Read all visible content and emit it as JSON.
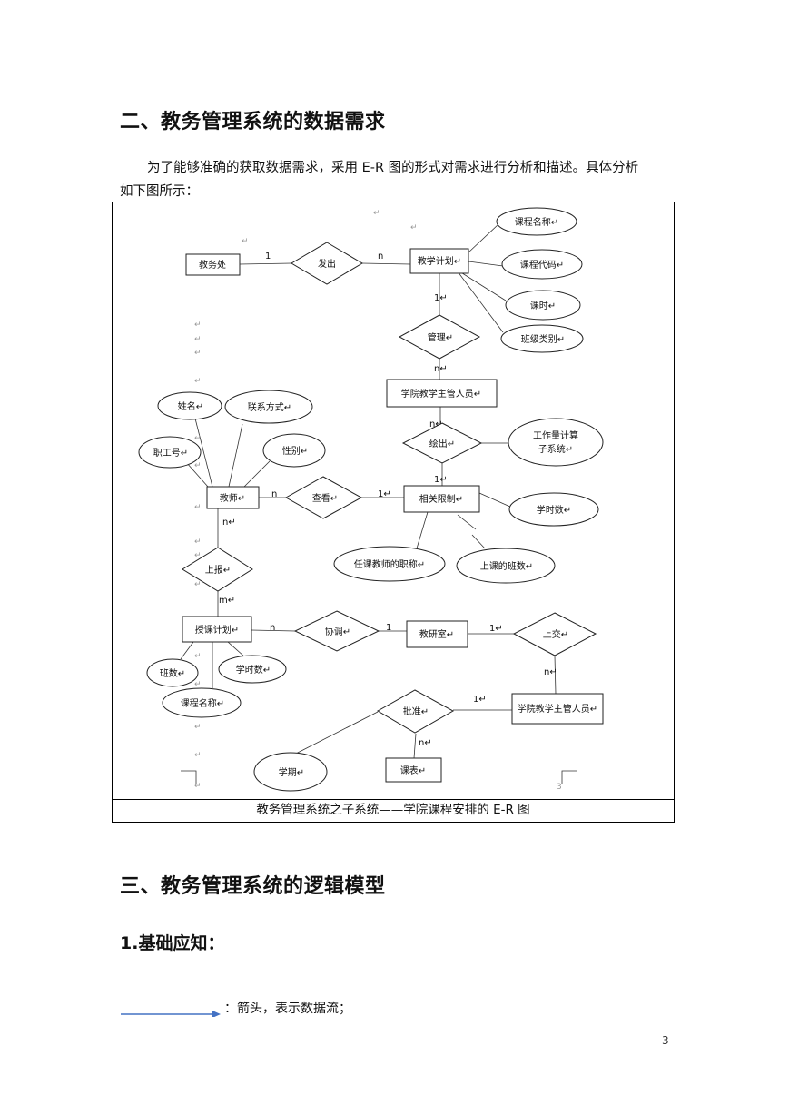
{
  "section2": {
    "title": "二、教务管理系统的数据需求",
    "para_line1": "为了能够准确的获取数据需求，采用 E-R 图的形式对需求进行分析和描述。具体分析",
    "para_line2": "如下图所示："
  },
  "figure": {
    "caption": "教务管理系统之子系统——学院课程安排的 E-R 图",
    "entities": {
      "jwc": "教务处",
      "plan": "教学计划↵",
      "head1": "学院教学主管人员↵",
      "limit": "相关限制↵",
      "teacher": "教师↵",
      "teachplan": "授课计划↵",
      "office": "教研室↵",
      "head2": "学院教学主管人员↵",
      "schedule": "课表↵"
    },
    "relationships": {
      "issue": "发出",
      "manage": "管理↵",
      "draw": "绘出↵",
      "view": "查看↵",
      "report": "上报↵",
      "coord": "协调↵",
      "submit": "上交↵",
      "approve": "批准↵"
    },
    "attributes": {
      "course_name": "课程名称↵",
      "course_code": "课程代码↵",
      "hours": "课时↵",
      "class_type": "班级类别↵",
      "workload_1": "工作量计算",
      "workload_2": "子系统↵",
      "study_hours": "学时数↵",
      "teacher_title": "任课教师的职称↵",
      "class_count": "上课的班数↵",
      "name": "姓名↵",
      "contact": "联系方式↵",
      "staff_id": "职工号↵",
      "gender": "性别↵",
      "tp_class_count": "班数↵",
      "tp_study_hours": "学时数↵",
      "tp_course_name": "课程名称↵",
      "term": "学期↵"
    },
    "cardinalities": {
      "c1": "1",
      "c2": "n",
      "c3": "1↵",
      "c4": "n↵",
      "c5": "n↵",
      "c6": "1↵",
      "c7": "n",
      "c8": "1↵",
      "c9": "n↵",
      "c10": "m↵",
      "c11": "n",
      "c12": "1",
      "c13": "1↵",
      "c14": "n↵",
      "c15": "1↵",
      "c16": "n↵"
    },
    "mark": "↵",
    "corner_num": "3"
  },
  "section3": {
    "title": "三、教务管理系统的逻辑模型",
    "sub_title": "1.基础应知：",
    "legend_text": "：箭头，表示数据流；",
    "arrow_color": "#4472c4"
  },
  "page_number": "3"
}
